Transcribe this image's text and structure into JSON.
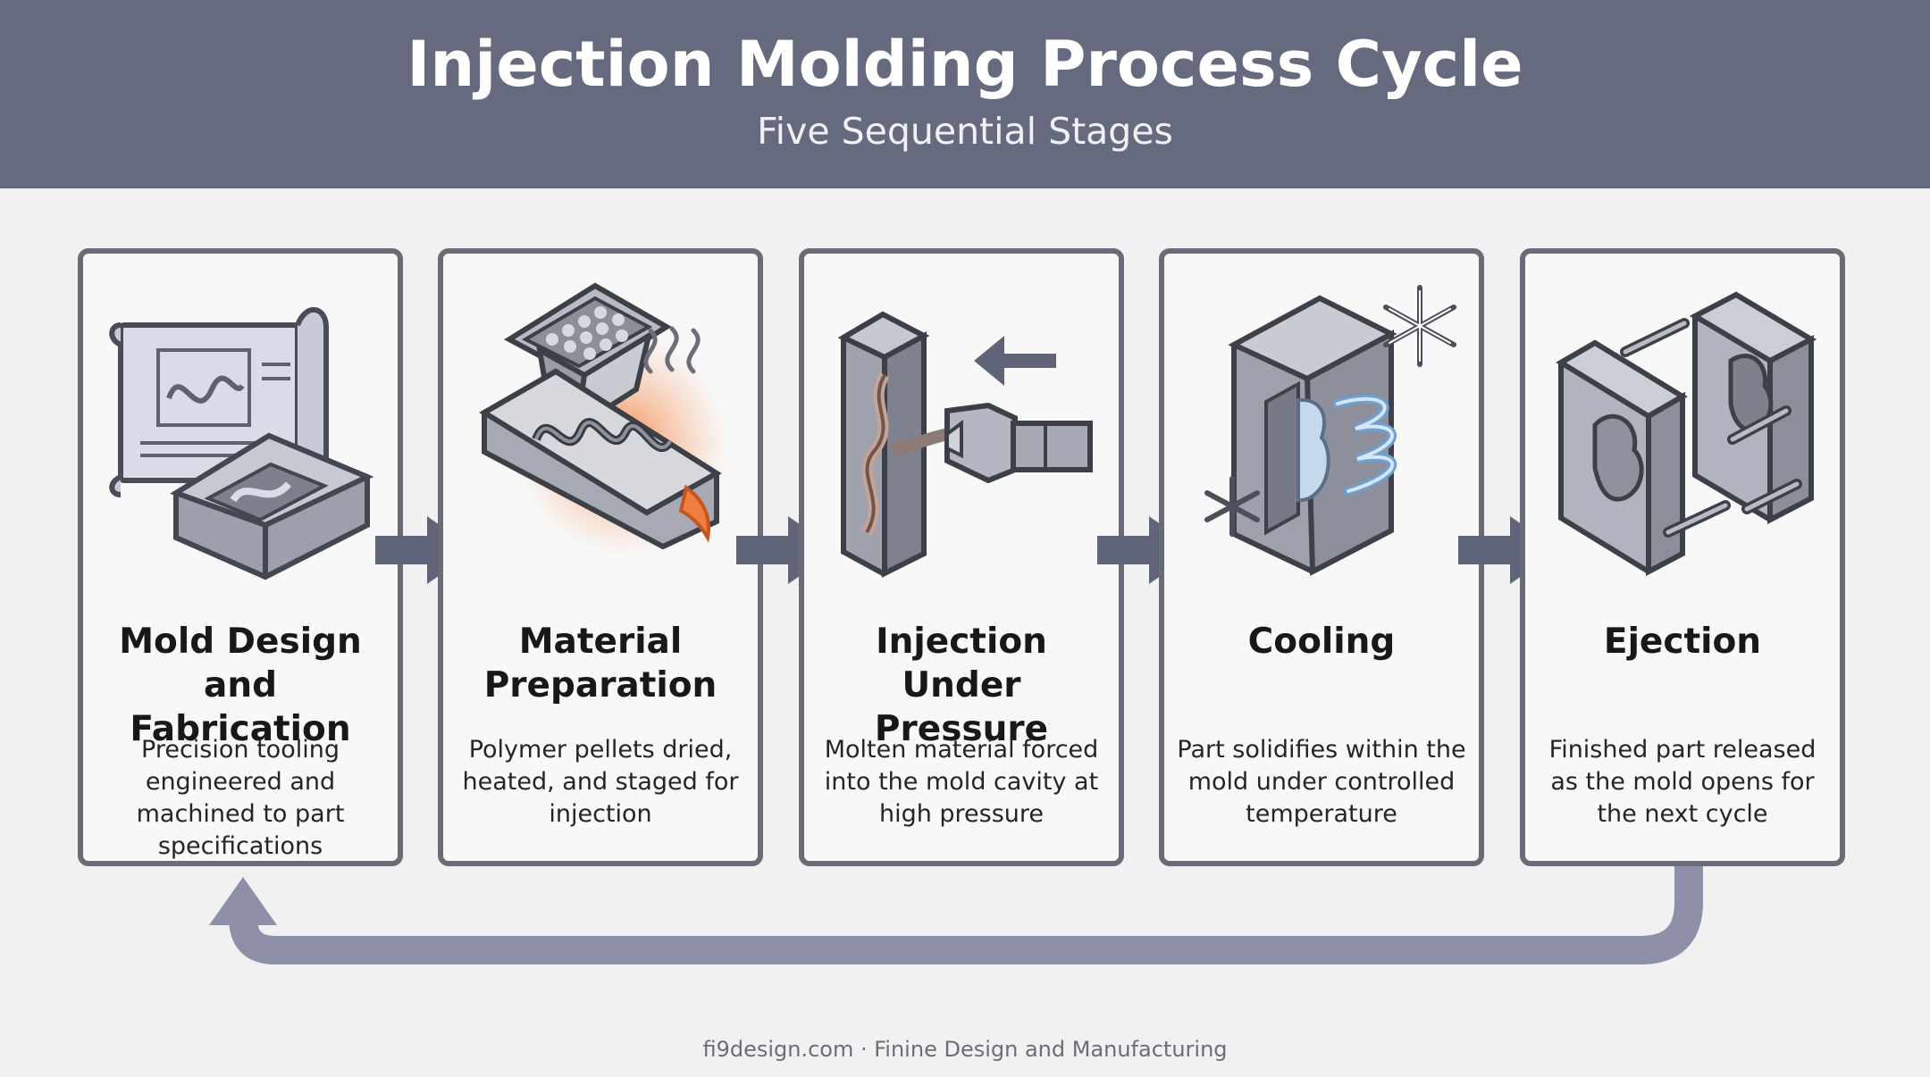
{
  "header": {
    "title": "Injection Molding Process Cycle",
    "subtitle": "Five Sequential Stages"
  },
  "colors": {
    "header_bg": "#656a7f",
    "card_border": "#6a6c75",
    "arrow": "#5f6478",
    "return_loop": "#8d90a8",
    "heat": "#f07f3f",
    "cool": "#6f9fd1"
  },
  "stages": [
    {
      "title": "Mold Design and Fabrication",
      "description": "Precision tooling engineered and machined to part specifications",
      "icon": "blueprint-and-mold-icon"
    },
    {
      "title": "Material Preparation",
      "description": "Polymer pellets dried, heated, and staged for injection",
      "icon": "pellet-hopper-barrel-icon"
    },
    {
      "title": "Injection Under Pressure",
      "description": "Molten material forced into the mold cavity at high pressure",
      "icon": "injection-nozzle-mold-icon"
    },
    {
      "title": "Cooling",
      "description": "Part solidifies within the mold under controlled temperature",
      "icon": "cooling-mold-snowflake-icon"
    },
    {
      "title": "Ejection",
      "description": "Finished part released as the mold opens for the next cycle",
      "icon": "open-mold-ejection-icon"
    }
  ],
  "footer": {
    "text": "fi9design.com · Finine Design and Manufacturing"
  }
}
